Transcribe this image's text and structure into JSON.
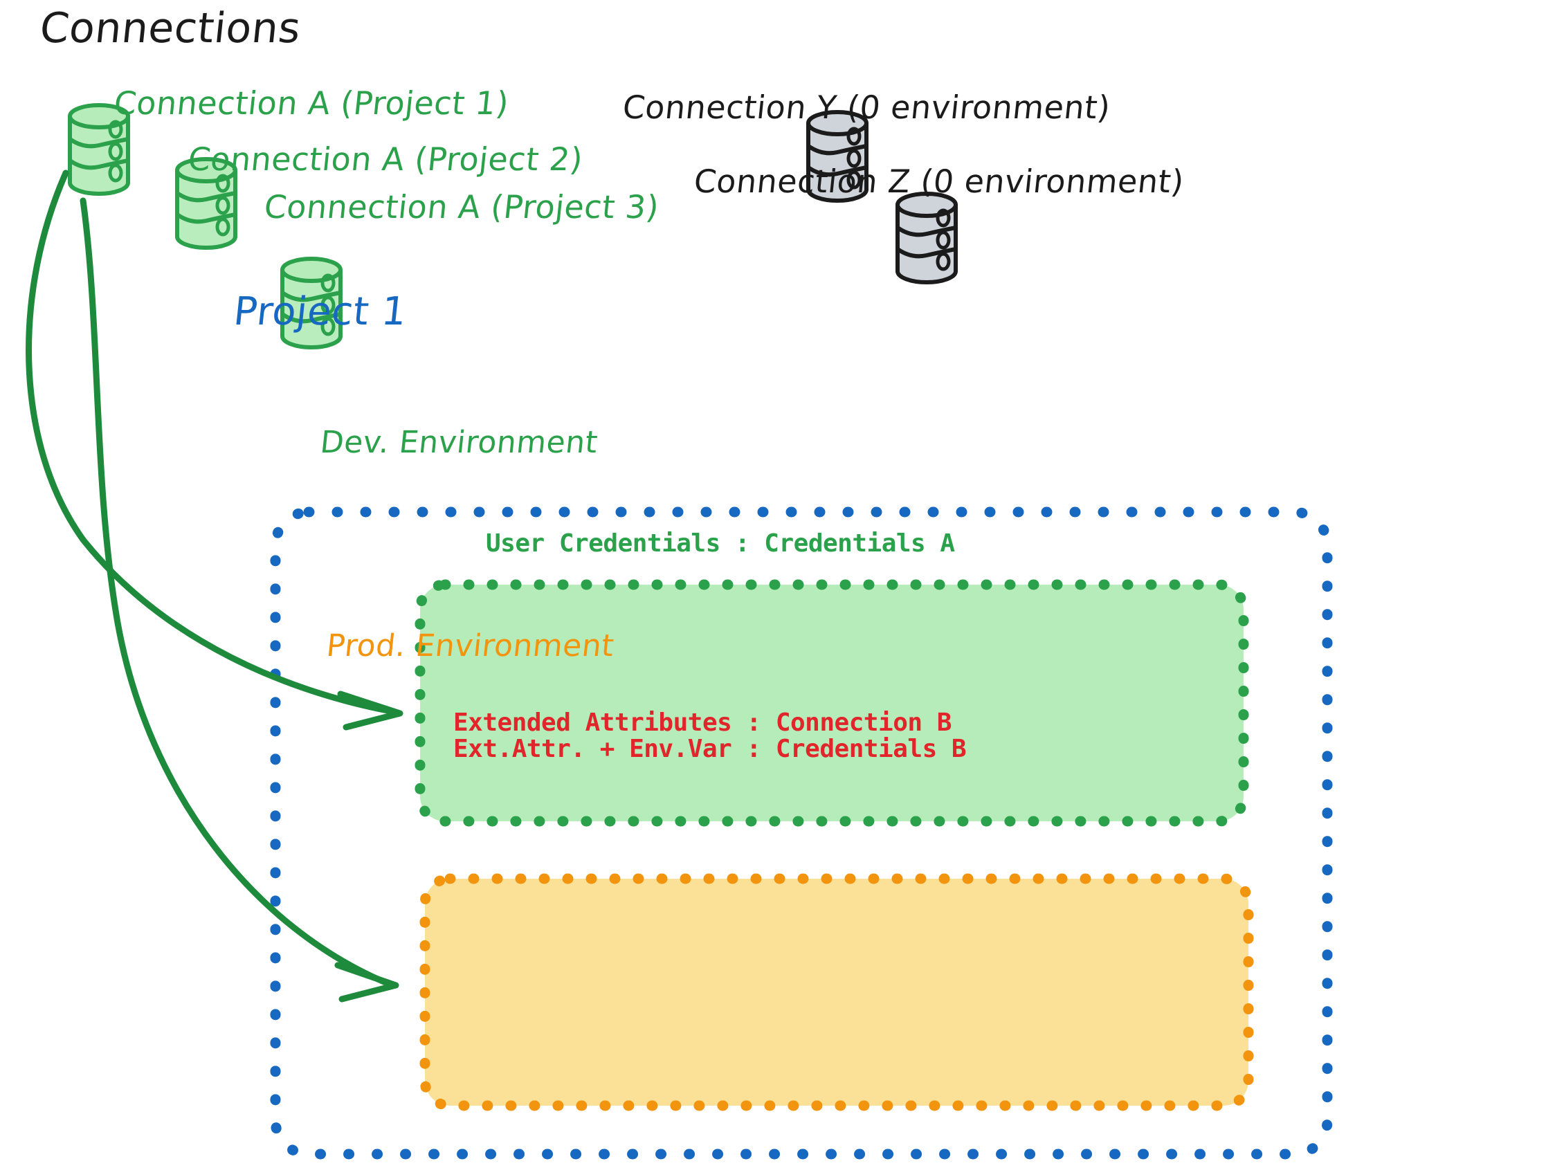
{
  "header": {
    "title": "Connections"
  },
  "connections": {
    "green": [
      {
        "label": "Connection A (Project 1)",
        "icon": "database-icon",
        "color": "#2aa14a"
      },
      {
        "label": "Connection A (Project 2)",
        "icon": "database-icon",
        "color": "#2aa14a"
      },
      {
        "label": "Connection A (Project 3)",
        "icon": "database-icon",
        "color": "#2aa14a"
      }
    ],
    "gray": [
      {
        "label": "Connection Y (0 environment)",
        "icon": "database-icon",
        "color": "#1b1b1b"
      },
      {
        "label": "Connection Z (0 environment)",
        "icon": "database-icon",
        "color": "#1b1b1b"
      }
    ]
  },
  "project": {
    "label": "Project 1",
    "color": "#1668c1",
    "environments": [
      {
        "name": "Dev. Environment",
        "color": "#2aa14a",
        "fill": "#b5ecb9",
        "lines": [
          "User Credentials : Credentials A"
        ]
      },
      {
        "name": "Prod. Environment",
        "color": "#f2940d",
        "fill": "#fae197",
        "lines": [
          "Extended Attributes : Connection B",
          "Ext.Attr. + Env.Var : Credentials B"
        ]
      }
    ]
  },
  "arrows": [
    {
      "name": "arrow-conn-a1-to-dev-env",
      "color": "#1e8a3c"
    },
    {
      "name": "arrow-conn-a1-to-prod-env",
      "color": "#1e8a3c"
    }
  ],
  "palette": {
    "green_stroke": "#2aa14a",
    "green_fill": "#b5ecb9",
    "gray_stroke": "#1b1b1b",
    "gray_fill": "#cfd3da",
    "blue": "#1668c1",
    "orange": "#f2940d",
    "yellow_fill": "#fae197",
    "red": "#e0252b",
    "ink": "#1b1b1b"
  }
}
